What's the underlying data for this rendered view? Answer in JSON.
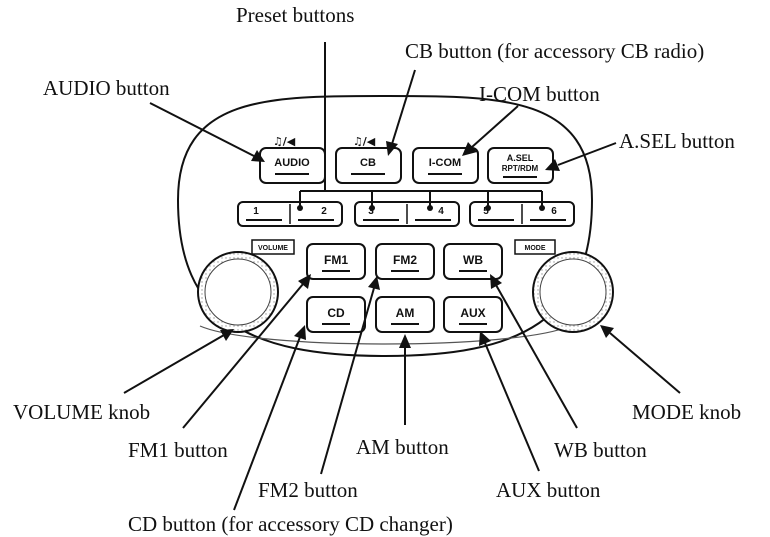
{
  "panel": {
    "top_icons": {
      "audio": "headphone-speaker",
      "cb": "headphone-speaker"
    },
    "buttons": {
      "audio": "AUDIO",
      "cb": "CB",
      "icom": "I-COM",
      "asel_line1": "A.SEL",
      "asel_line2": "RPT/RDM",
      "fm1": "FM1",
      "fm2": "FM2",
      "wb": "WB",
      "cd": "CD",
      "am": "AM",
      "aux": "AUX"
    },
    "preset_numbers": [
      "1",
      "2",
      "3",
      "4",
      "5",
      "6"
    ],
    "volume_label": "VOLUME",
    "mode_label": "MODE"
  },
  "callouts": {
    "preset": "Preset buttons",
    "cb": "CB button (for accessory CB radio)",
    "audio": "AUDIO button",
    "icom": "I-COM button",
    "asel": "A.SEL button",
    "volume": "VOLUME knob",
    "fm1": "FM1 button",
    "fm2": "FM2 button",
    "cd": "CD button (for accessory CD changer)",
    "am": "AM button",
    "wb": "WB button",
    "aux": "AUX button",
    "mode": "MODE knob"
  }
}
